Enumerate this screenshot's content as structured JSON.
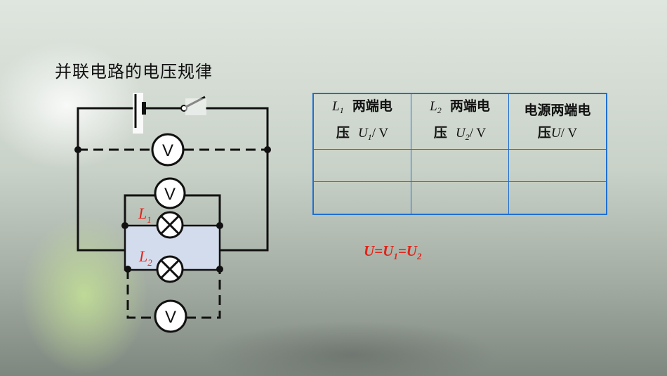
{
  "slide": {
    "title": "并联电路的电压规律"
  },
  "circuit": {
    "meter_label": "V",
    "lamp1_letter": "L",
    "lamp1_sub": "1",
    "lamp2_letter": "L",
    "lamp2_sub": "2",
    "colors": {
      "wire": "#111111",
      "lamp_label": "#e2231a",
      "highlight_fill": "#d3dcec",
      "battery_long_plate": "#ffffff"
    }
  },
  "table": {
    "headers": [
      {
        "line1_sym": "L",
        "line1_sub": "1",
        "line1_text": "两端电",
        "line2_text": "压",
        "line2_sym": "U",
        "line2_sub": "1",
        "line2_unit": "/ V"
      },
      {
        "line1_sym": "L",
        "line1_sub": "2",
        "line1_text": "两端电",
        "line2_text": "压",
        "line2_sym": "U",
        "line2_sub": "2",
        "line2_unit": "/ V"
      },
      {
        "line1_text": "电源两端电",
        "line2_text": "压",
        "line2_sym": "U",
        "line2_unit": "/ V"
      }
    ],
    "rows": [
      [
        "",
        "",
        ""
      ],
      [
        "",
        "",
        ""
      ]
    ],
    "border_color": "#1f6fd1"
  },
  "formula": {
    "u": "U",
    "eq1": "=",
    "u1": "U",
    "u1_sub": "1",
    "eq2": "=",
    "u2": "U",
    "u2_sub": "2",
    "color": "#e2231a"
  }
}
